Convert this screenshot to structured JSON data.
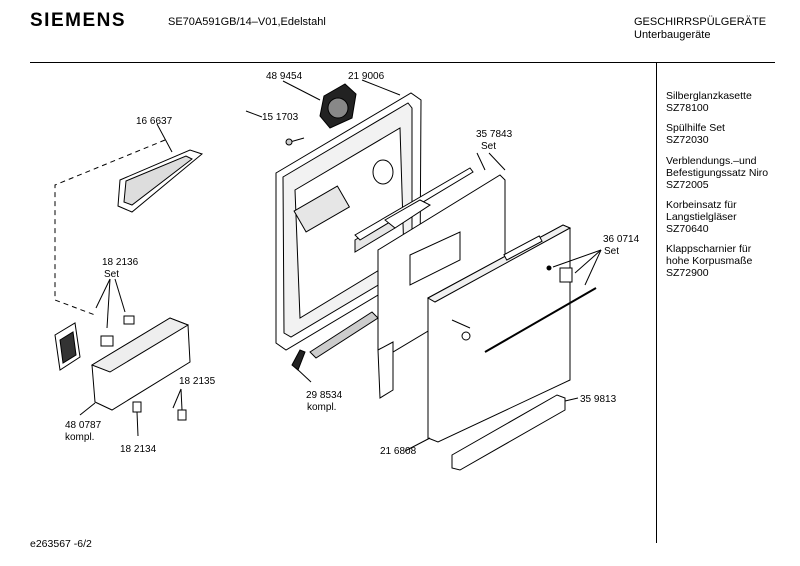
{
  "header": {
    "brand": "SIEMENS",
    "model": "SE70A591GB/14–V01,Edelstahl",
    "category_line1": "GESCHIRRSPÜLGERÄTE",
    "category_line2": "Unterbaugeräte"
  },
  "accessories": [
    {
      "name": "Silberglanzkasette",
      "code": "SZ78100"
    },
    {
      "name": "Spülhilfe Set",
      "code": "SZ72030"
    },
    {
      "name": "Verblendungs.–und Befestigungssatz Niro",
      "code": "SZ72005"
    },
    {
      "name": "Korbeinsatz für Langstielgläser",
      "code": "SZ70640"
    },
    {
      "name": "Klappscharnier für hohe Korpusmaße",
      "code": "SZ72900"
    }
  ],
  "accessory_lines": {
    "a0": "Silberglanzkasette",
    "a0c": "SZ78100",
    "a1": "Spülhilfe Set",
    "a1c": "SZ72030",
    "a2a": "Verblendungs.–und",
    "a2b": "Befestigungssatz Niro",
    "a2c": "SZ72005",
    "a3a": "Korbeinsatz für",
    "a3b": "Langstielgläser",
    "a3c": "SZ70640",
    "a4a": "Klappscharnier für",
    "a4b": "hohe Korpusmaße",
    "a4c": "SZ72900"
  },
  "parts": {
    "p1": "48 9454",
    "p2": "21 9006",
    "p3": "15 1703",
    "p4": "16 6637",
    "p5": "35 7843",
    "p5s": "Set",
    "p6": "18 2136",
    "p6s": "Set",
    "p7": "36 0714",
    "p7s": "Set",
    "p8": "18 2135",
    "p9": "29 8534",
    "p9s": "kompl.",
    "p10": "48 0787",
    "p10s": "kompl.",
    "p11": "35 9813",
    "p12": "18 2134",
    "p13": "21 6808"
  },
  "footer": {
    "ref": "e263567 -6/2"
  }
}
